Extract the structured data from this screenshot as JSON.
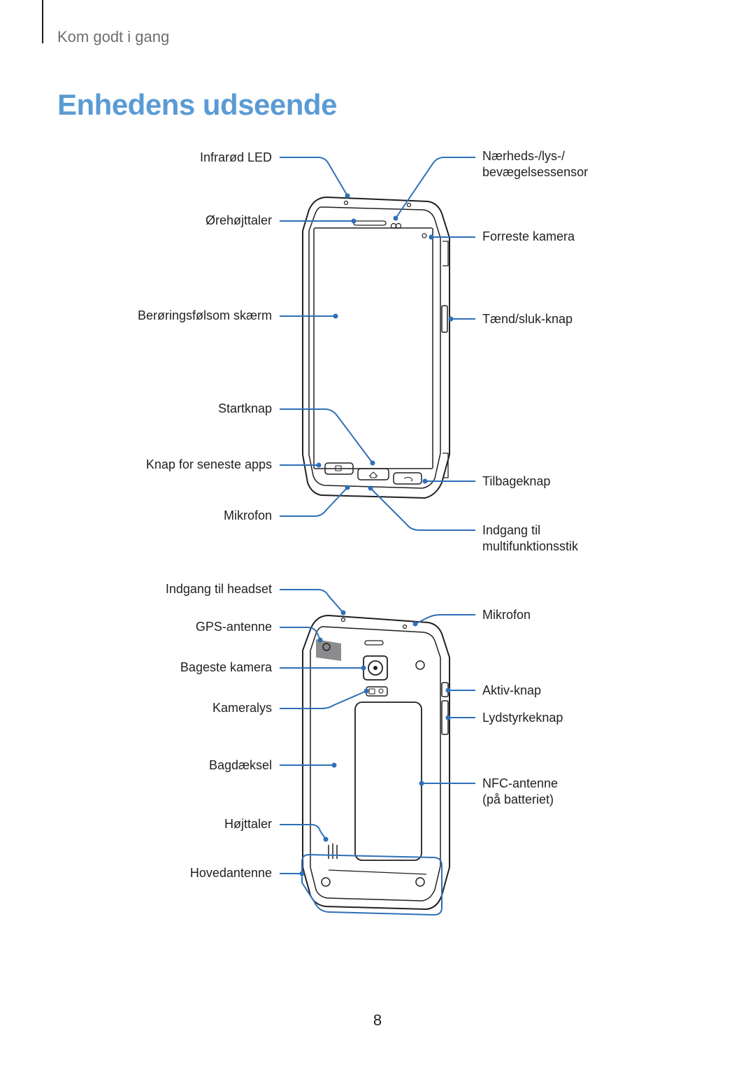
{
  "header": {
    "chapter": "Kom godt i gang",
    "title": "Enhedens udseende"
  },
  "front": {
    "left_labels": [
      "Infrarød LED",
      "Ørehøjttaler",
      "Berøringsfølsom skærm",
      "Startknap",
      "Knap for seneste apps",
      "Mikrofon"
    ],
    "right_labels": [
      "Nærheds-/lys-/\nbevægelsessensor",
      "Forreste kamera",
      "Tænd/sluk-knap",
      "Tilbageknap",
      "Indgang til\nmultifunktionsstik"
    ]
  },
  "back": {
    "left_labels": [
      "Indgang til headset",
      "GPS-antenne",
      "Bageste kamera",
      "Kameralys",
      "Bagdæksel",
      "Højttaler",
      "Hovedantenne"
    ],
    "right_labels": [
      "Mikrofon",
      "Aktiv-knap",
      "Lydstyrkeknap",
      "NFC-antenne\n(på batteriet)"
    ]
  },
  "colors": {
    "accent": "#5b9bd5",
    "callout": "#2f6fb7",
    "outline": "#231f20"
  },
  "page_number": "8"
}
